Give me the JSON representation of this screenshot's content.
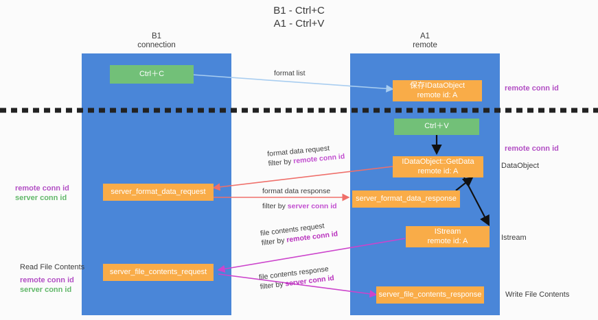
{
  "title": {
    "line1": "B1 - Ctrl+C",
    "line2": "A1 - Ctrl+V"
  },
  "lanes": [
    {
      "name": "B1",
      "subtitle": "connection",
      "color": "#4a86d8"
    },
    {
      "name": "A1",
      "subtitle": "remote",
      "color": "#4a86d8"
    }
  ],
  "nodes": {
    "ctrl_c": "Ctrl＋C",
    "save_idataobject": "保存IDataObject\nremote id: A",
    "ctrl_v": "Ctrl＋V",
    "getdata": "IDataObject::GetData\nremote id: A",
    "server_format_data_request": "server_format_data_request",
    "server_format_data_response": "server_format_data_response",
    "istream": "IStream\nremote id: A",
    "server_file_contents_request": "server_file_contents_request",
    "server_file_contents_response": "server_file_contents_response"
  },
  "edge_labels": {
    "format_list": "format list",
    "format_data_request": "format data request",
    "format_data_request_filter_prefix": "filter by ",
    "format_data_request_filter_key": "remote conn id",
    "format_data_response": "format data response",
    "format_data_response_filter_prefix": "filter by ",
    "format_data_response_filter_key": "server conn id",
    "file_contents_request": "file contents request",
    "file_contents_request_filter_prefix": "filter by ",
    "file_contents_request_filter_key": "remote conn id",
    "file_contents_response": "file contents response",
    "file_contents_response_filter_prefix": "filter by ",
    "file_contents_response_filter_key": "server conn id"
  },
  "right_labels": {
    "remote_conn_id_top": "remote conn id",
    "remote_conn_id_mid": "remote conn id",
    "dataobject": "DataObject",
    "istream": "Istream",
    "write_file_contents": "Write File Contents"
  },
  "left_labels": {
    "remote_conn_id_mid": "remote conn id",
    "server_conn_id_mid": "server conn id",
    "read_file_contents": "Read File Contents",
    "remote_conn_id_bottom": "remote conn id",
    "server_conn_id_bottom": "server conn id"
  },
  "colors": {
    "lane": "#4a86d8",
    "node_orange": "#f9ac48",
    "node_green": "#72c078",
    "accent_purple": "#b24fc4",
    "accent_green": "#62b86a",
    "arrow_lightblue": "#a8cdf0",
    "arrow_red": "#ef6f6a",
    "arrow_magenta": "#cc44cc",
    "arrow_black": "#111111",
    "divider": "#222222"
  }
}
